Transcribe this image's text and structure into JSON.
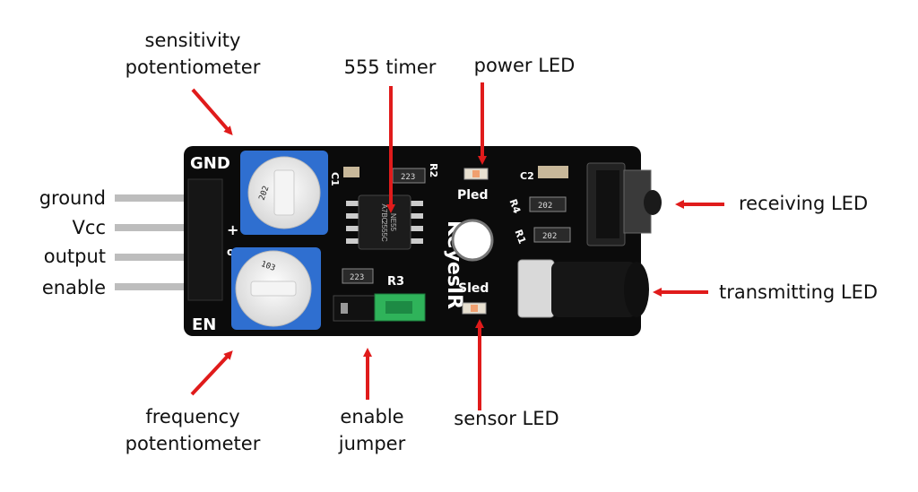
{
  "labels": {
    "sensitivity_line1": "sensitivity",
    "sensitivity_line2": "potentiometer",
    "timer": "555 timer",
    "power_led": "power LED",
    "ground": "ground",
    "vcc": "Vcc",
    "output": "output",
    "enable": "enable",
    "receiving_led": "receiving LED",
    "transmitting_led": "transmitting LED",
    "frequency_line1": "frequency",
    "frequency_line2": "potentiometer",
    "jumper_line1": "enable",
    "jumper_line2": "jumper",
    "sensor_led": "sensor LED"
  },
  "board": {
    "gnd": "GND",
    "en": "EN",
    "brand": "KeyesIR",
    "pled": "Pled",
    "sled": "Sled",
    "r3": "R3",
    "r2": "R2",
    "r1": "R1",
    "r4": "R4",
    "c1": "C1",
    "c2": "C2",
    "plus": "+",
    "out": "ou",
    "pot_top_code": "202",
    "pot_bottom_code": "103",
    "res_223_a": "223",
    "res_223_b": "223",
    "res_202_a": "202",
    "res_202_b": "202",
    "chip_line1": "NE55",
    "chip_line2": "A7BC",
    "chip_line3": "2555C"
  },
  "colors": {
    "arrow": "#e01b1b",
    "board": "#0b0b0b",
    "pot_blue": "#2f6fd0",
    "jumper_green": "#2fb35a"
  }
}
